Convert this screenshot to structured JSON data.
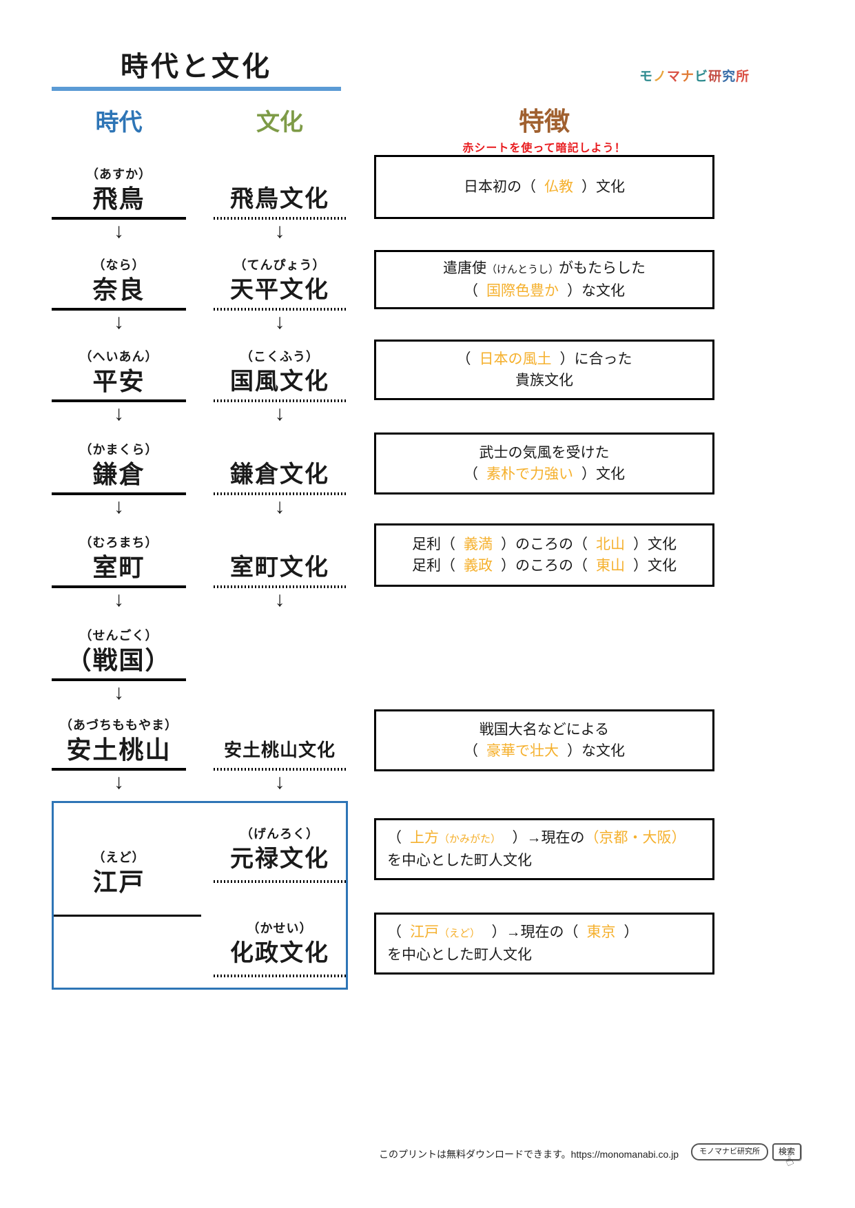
{
  "page": {
    "title": "時代と文化"
  },
  "logo": {
    "name": "モノマナビ研究所",
    "chars": [
      {
        "ch": "モ",
        "color": "#2E8B8F"
      },
      {
        "ch": "ノ",
        "color": "#E8A33B"
      },
      {
        "ch": "マ",
        "color": "#D94F43"
      },
      {
        "ch": "ナ",
        "color": "#E07B35"
      },
      {
        "ch": "ビ",
        "color": "#2E8B8F"
      },
      {
        "ch": "研",
        "color": "#C44E45"
      },
      {
        "ch": "究",
        "color": "#3A6EA8"
      },
      {
        "ch": "所",
        "color": "#D94F43"
      }
    ]
  },
  "headers": {
    "era": "時代",
    "culture": "文化",
    "feature": "特徴",
    "era_color": "#2E75B6",
    "culture_color": "#7E9B47",
    "feature_color": "#A0602F"
  },
  "note": {
    "text": "赤シートを使って暗記しよう！",
    "color": "#E8191C"
  },
  "arrow": "↓",
  "answer_color": "#F5B02D",
  "eras": [
    {
      "reading": "（あすか）",
      "name": "飛鳥"
    },
    {
      "reading": "（なら）",
      "name": "奈良"
    },
    {
      "reading": "（へいあん）",
      "name": "平安"
    },
    {
      "reading": "（かまくら）",
      "name": "鎌倉"
    },
    {
      "reading": "（むろまち）",
      "name": "室町"
    },
    {
      "reading": "（せんごく）",
      "name": "（戦国）"
    },
    {
      "reading": "（あづちももやま）",
      "name": "安土桃山"
    },
    {
      "reading": "（えど）",
      "name": "江戸"
    }
  ],
  "cultures": [
    {
      "reading": "",
      "name": "飛鳥文化"
    },
    {
      "reading": "（てんぴょう）",
      "name": "天平文化"
    },
    {
      "reading": "（こくふう）",
      "name": "国風文化"
    },
    {
      "reading": "",
      "name": "鎌倉文化"
    },
    {
      "reading": "",
      "name": "室町文化"
    },
    {
      "reading": "",
      "name": "安土桃山文化"
    },
    {
      "reading": "（げんろく）",
      "name": "元禄文化"
    },
    {
      "reading": "（かせい）",
      "name": "化政文化"
    }
  ],
  "boxes": {
    "b1": {
      "p1": "日本初の（",
      "a1": "仏教",
      "p2": "）文化"
    },
    "b2": {
      "l1p1": "遣唐使",
      "l1small": "（けんとうし）",
      "l1p2": "がもたらした",
      "p1": "（",
      "a1": "国際色豊か",
      "p2": "）な文化"
    },
    "b3": {
      "p1": "（",
      "a1": "日本の風土",
      "p2": "）に合った",
      "l2": "貴族文化"
    },
    "b4": {
      "l1": "武士の気風を受けた",
      "p1": "（",
      "a1": "素朴で力強い",
      "p2": "）文化"
    },
    "b5": {
      "l1p1": "足利（",
      "l1a1": "義満",
      "l1p2": "）のころの（",
      "l1a2": "北山",
      "l1p3": "）文化",
      "l2p1": "足利（",
      "l2a1": "義政",
      "l2p2": "）のころの（",
      "l2a2": "東山",
      "l2p3": "）文化"
    },
    "b6": {
      "l1": "戦国大名などによる",
      "p1": "（",
      "a1": "豪華で壮大",
      "p2": "）な文化"
    },
    "b7": {
      "p1": "（",
      "a1": "上方",
      "a1s": "（かみがた）",
      "p2": "）→現在の",
      "a2": "（京都・大阪）",
      "l2": "を中心とした町人文化"
    },
    "b8": {
      "p1": "（",
      "a1": "江戸",
      "a1s": "（えど）",
      "p2": "）→現在の（",
      "a2": "東京",
      "p3": "）",
      "l2": "を中心とした町人文化"
    }
  },
  "footer": {
    "text": "このプリントは無料ダウンロードできます。https://monomanabi.co.jp",
    "logo_box": "モノマナビ研究所",
    "search_button": "検索",
    "cursor_icon": "☝"
  }
}
